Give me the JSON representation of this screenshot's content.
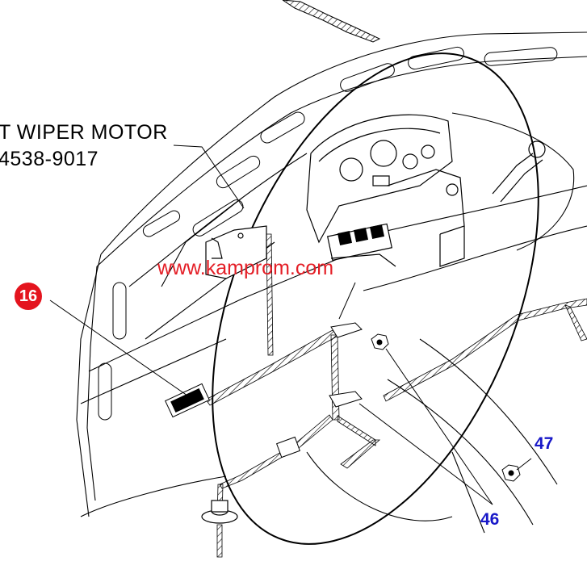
{
  "callout": {
    "line1": "T WIPER MOTOR",
    "line2": "4538-9017"
  },
  "watermark": "www.kamprom.com",
  "parts": {
    "p16": "16",
    "p46": "46",
    "p47": "47"
  },
  "colors": {
    "badge": "#e4141e",
    "part_number": "#1818c8",
    "watermark": "#e41e26",
    "linework": "#000000"
  }
}
